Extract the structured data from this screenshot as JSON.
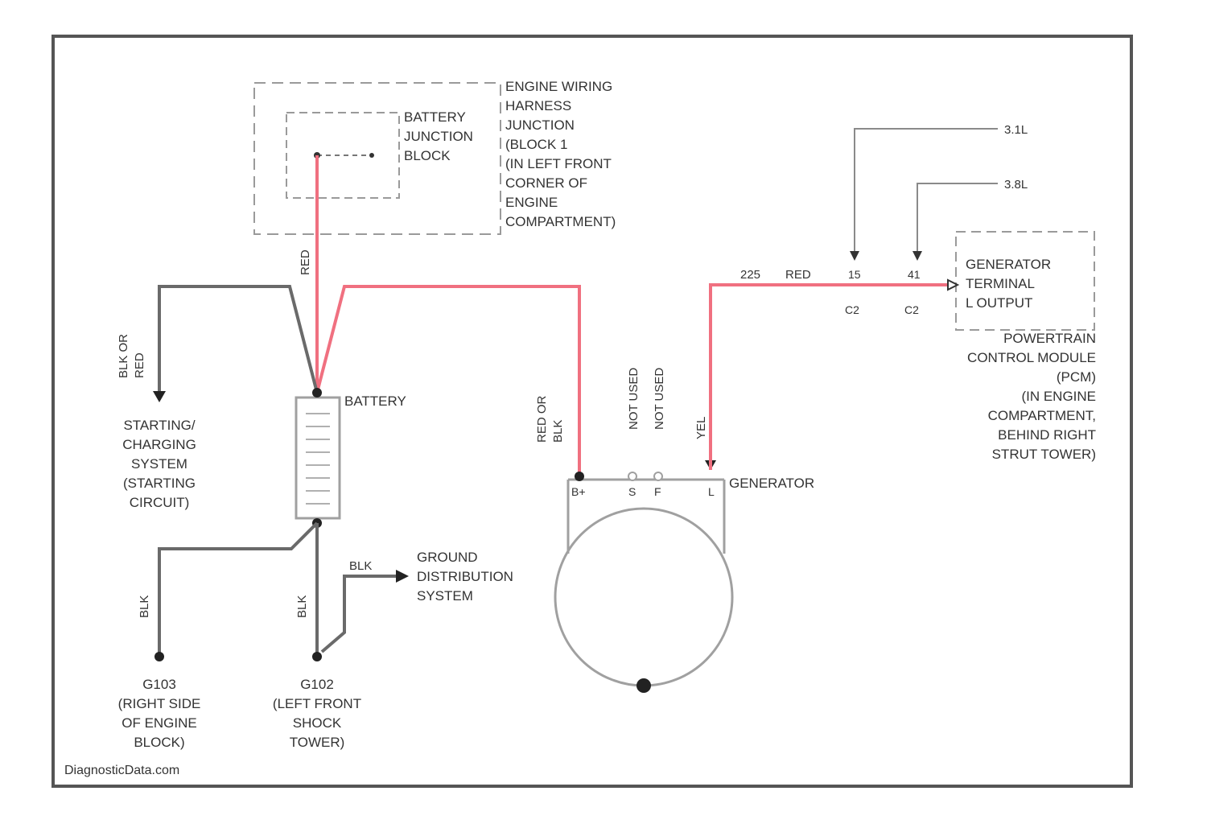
{
  "colors": {
    "frame": "#555555",
    "wire_red": "#f07080",
    "wire_gray": "#6a6a6a",
    "connector": "#a0a0a0",
    "text": "#333333"
  },
  "watermark": "DiagnosticData.com",
  "engine_junction": {
    "label_lines": [
      "ENGINE WIRING",
      "HARNESS",
      "JUNCTION",
      "(BLOCK 1",
      "(IN LEFT FRONT",
      "CORNER OF",
      "ENGINE",
      "COMPARTMENT)"
    ]
  },
  "battery_junction": {
    "label_lines": [
      "BATTERY",
      "JUNCTION",
      "BLOCK"
    ]
  },
  "battery": {
    "label": "BATTERY"
  },
  "generator": {
    "label": "GENERATOR",
    "pins": [
      "B+",
      "S",
      "F",
      "L"
    ]
  },
  "starting_system": {
    "label_lines": [
      "STARTING/",
      "CHARGING",
      "SYSTEM",
      "(STARTING",
      "CIRCUIT)"
    ]
  },
  "ground_distribution": {
    "label_lines": [
      "GROUND",
      "DISTRIBUTION",
      "SYSTEM"
    ]
  },
  "ground_g103": {
    "label_lines": [
      "G103",
      "(RIGHT SIDE",
      "OF ENGINE",
      "BLOCK)"
    ]
  },
  "ground_g102": {
    "label_lines": [
      "G102",
      "(LEFT FRONT",
      "SHOCK",
      "TOWER)"
    ]
  },
  "pcm": {
    "inner_label_lines": [
      "GENERATOR",
      "TERMINAL",
      "L OUTPUT"
    ],
    "label_lines": [
      "POWERTRAIN",
      "CONTROL MODULE",
      "(PCM)",
      "(IN ENGINE",
      "COMPARTMENT,",
      "BEHIND RIGHT",
      "STRUT TOWER)"
    ]
  },
  "engine_variants": [
    "3.1L",
    "3.8L"
  ],
  "wires": {
    "red_vertical": "RED",
    "blk_or_red": [
      "BLK OR",
      "RED"
    ],
    "red_or_blk": [
      "RED OR",
      "BLK"
    ],
    "not_used_1": "NOT USED",
    "not_used_2": "NOT USED",
    "yel": "YEL",
    "blk_left": "BLK",
    "blk_mid": "BLK",
    "blk_ground": "BLK",
    "pcm_circuit": "225",
    "pcm_color": "RED"
  },
  "pcm_pins": {
    "pin_a": "15",
    "pin_b": "41",
    "conn_a": "C2",
    "conn_b": "C2"
  }
}
